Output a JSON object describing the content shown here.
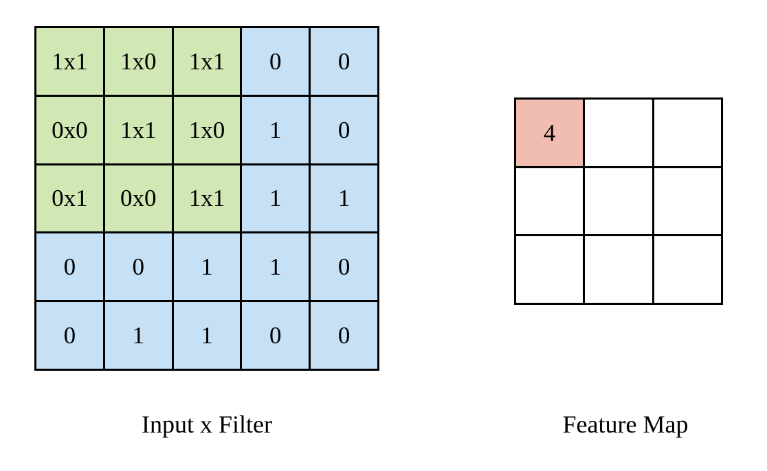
{
  "diagram": {
    "title_left": "Input x Filter",
    "title_right": "Feature Map",
    "colors": {
      "filter_highlight": "#d2e8b4",
      "input_background": "#c6e0f5",
      "feature_highlight": "#f2bdb1",
      "grid_line": "#000000",
      "page_background": "#ffffff"
    }
  },
  "input_grid": {
    "rows": 5,
    "cols": 5,
    "cells": [
      [
        {
          "text": "1x1",
          "highlight": true
        },
        {
          "text": "1x0",
          "highlight": true
        },
        {
          "text": "1x1",
          "highlight": true
        },
        {
          "text": "0",
          "highlight": false
        },
        {
          "text": "0",
          "highlight": false
        }
      ],
      [
        {
          "text": "0x0",
          "highlight": true
        },
        {
          "text": "1x1",
          "highlight": true
        },
        {
          "text": "1x0",
          "highlight": true
        },
        {
          "text": "1",
          "highlight": false
        },
        {
          "text": "0",
          "highlight": false
        }
      ],
      [
        {
          "text": "0x1",
          "highlight": true
        },
        {
          "text": "0x0",
          "highlight": true
        },
        {
          "text": "1x1",
          "highlight": true
        },
        {
          "text": "1",
          "highlight": false
        },
        {
          "text": "1",
          "highlight": false
        }
      ],
      [
        {
          "text": "0",
          "highlight": false
        },
        {
          "text": "0",
          "highlight": false
        },
        {
          "text": "1",
          "highlight": false
        },
        {
          "text": "1",
          "highlight": false
        },
        {
          "text": "0",
          "highlight": false
        }
      ],
      [
        {
          "text": "0",
          "highlight": false
        },
        {
          "text": "1",
          "highlight": false
        },
        {
          "text": "1",
          "highlight": false
        },
        {
          "text": "0",
          "highlight": false
        },
        {
          "text": "0",
          "highlight": false
        }
      ]
    ]
  },
  "feature_map_grid": {
    "rows": 3,
    "cols": 3,
    "cells": [
      [
        {
          "text": "4",
          "highlight": true
        },
        {
          "text": "",
          "highlight": false
        },
        {
          "text": "",
          "highlight": false
        }
      ],
      [
        {
          "text": "",
          "highlight": false
        },
        {
          "text": "",
          "highlight": false
        },
        {
          "text": "",
          "highlight": false
        }
      ],
      [
        {
          "text": "",
          "highlight": false
        },
        {
          "text": "",
          "highlight": false
        },
        {
          "text": "",
          "highlight": false
        }
      ]
    ]
  }
}
